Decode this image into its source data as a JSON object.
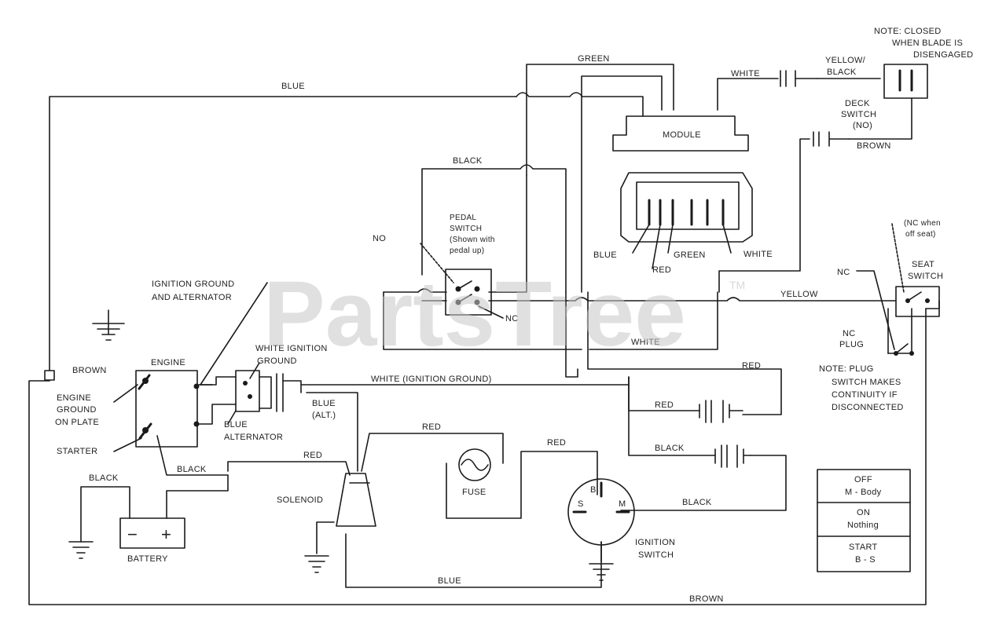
{
  "watermark": {
    "brand": "PartsTree",
    "trademark": "TM"
  },
  "labels": {
    "blue_top": "BLUE",
    "green_top": "GREEN",
    "white_top": "WHITE",
    "yellow_black": "YELLOW/",
    "black": "BLACK",
    "note_closed_1": "NOTE:  CLOSED",
    "note_closed_2": "WHEN BLADE IS",
    "note_closed_3": "DISENGAGED",
    "deck_1": "DECK",
    "deck_2": "SWITCH",
    "deck_3": "(NO)",
    "brown_deck": "BROWN",
    "module": "MODULE",
    "black_pedal": "BLACK",
    "pedal_1": "PEDAL",
    "pedal_2": "SWITCH",
    "pedal_3": "(Shown with",
    "pedal_4": "pedal up)",
    "no_pedal": "NO",
    "nc_pedal": "NC",
    "conn_blue": "BLUE",
    "conn_red": "RED",
    "conn_green": "GREEN",
    "conn_white": "WHITE",
    "nc_seat_1": "(NC when",
    "nc_seat_2": "off seat)",
    "seat_1": "SEAT",
    "seat_2": "SWITCH",
    "nc_seat": "NC",
    "yellow": "YELLOW",
    "white_mid": "WHITE",
    "nc_plug_1": "NC",
    "nc_plug_2": "PLUG",
    "ign_gnd_1": "IGNITION GROUND",
    "ign_gnd_2": "AND ALTERNATOR",
    "white_ign_1": "WHITE IGNITION",
    "white_ign_2": "GROUND",
    "brown_left": "BROWN",
    "engine": "ENGINE",
    "eng_gnd_1": "ENGINE",
    "eng_gnd_2": "GROUND",
    "eng_gnd_3": "ON PLATE",
    "starter": "STARTER",
    "blue_alt_1": "BLUE",
    "blue_alt_2": "ALTERNATOR",
    "blue_alt_paren_1": "BLUE",
    "blue_alt_paren_2": "(ALT.)",
    "white_ign_gnd": "WHITE (IGNITION GROUND)",
    "red_right": "RED",
    "red_mid": "RED",
    "black_mid": "BLACK",
    "note_plug_1": "NOTE:  PLUG",
    "note_plug_2": "SWITCH MAKES",
    "note_plug_3": "CONTINUITY IF",
    "note_plug_4": "DISCONNECTED",
    "red_fuse": "RED",
    "red_sw": "RED",
    "red_sol": "RED",
    "black_sol": "BLACK",
    "black_batt": "BLACK",
    "fuse": "FUSE",
    "solenoid": "SOLENOID",
    "battery": "BATTERY",
    "minus": "−",
    "plus": "+",
    "black_ign": "BLACK",
    "term_s": "S",
    "term_b": "B",
    "term_m": "M",
    "ign_sw_1": "IGNITION",
    "ign_sw_2": "SWITCH",
    "blue_bottom": "BLUE",
    "brown_bottom": "BROWN"
  },
  "legend": {
    "off_1": "OFF",
    "off_2": "M - Body",
    "on_1": "ON",
    "on_2": "Nothing",
    "start_1": "START",
    "start_2": "B - S"
  }
}
